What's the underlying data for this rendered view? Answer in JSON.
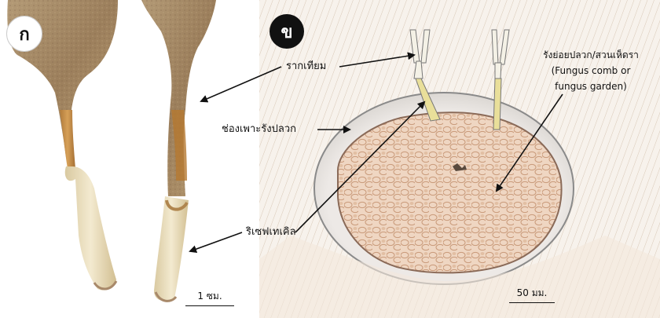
{
  "panel_a": {
    "badge": "ก",
    "scale_label": "1 ซม."
  },
  "panel_b": {
    "badge": "ข",
    "scale_label": "50 มม."
  },
  "labels": {
    "false_root": "รากเทียม",
    "chamber": "ช่องเพาะรังปลวก",
    "rhizomorph": "ริเซฟเทเคิล",
    "comb_thai": "รังย่อยปลวก/สวนเห็ดรา",
    "comb_en_1": "(Fungus comb or",
    "comb_en_2": "fungus garden)"
  },
  "colors": {
    "soil": "#a88a66",
    "root_tan": "#c79a56",
    "cap_cream": "#eae0c2",
    "comb_fill": "#edd2bc",
    "comb_cell": "#c99a7a",
    "chamber_edge": "#8a8a8a",
    "arrow": "#111111"
  }
}
